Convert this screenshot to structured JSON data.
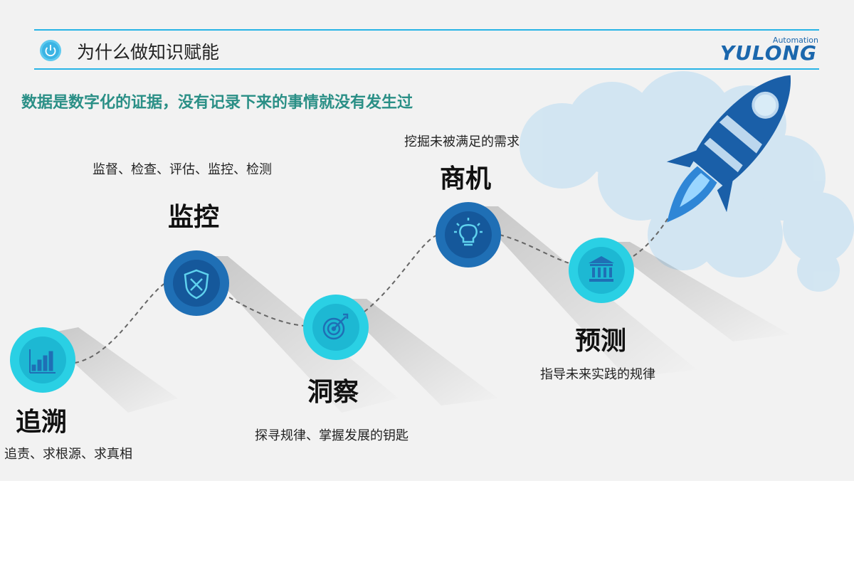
{
  "header": {
    "title": "为什么做知识赋能",
    "logo": {
      "brand": "YULONG",
      "tagline": "Automation"
    }
  },
  "subtitle": "数据是数字化的证据，没有记录下来的事情就没有发生过",
  "stages": [
    {
      "title": "追溯",
      "desc": "追责、求根源、求真相",
      "icon": "bar-chart-icon",
      "color": "#2ad0e4"
    },
    {
      "title": "监控",
      "desc": "监督、检查、评估、监控、检测",
      "icon": "shield-icon",
      "color": "#1f6fb5"
    },
    {
      "title": "洞察",
      "desc": "探寻规律、掌握发展的钥匙",
      "icon": "target-icon",
      "color": "#2ad0e4"
    },
    {
      "title": "商机",
      "desc": "挖掘未被满足的需求",
      "icon": "lightbulb-icon",
      "color": "#1f6fb5"
    },
    {
      "title": "预测",
      "desc": "指导未来实践的规律",
      "icon": "bank-icon",
      "color": "#2ad0e4"
    }
  ],
  "colors": {
    "accent_line": "#28b4e6",
    "subtitle": "#2a8f86",
    "dark_blue": "#1f6fb5",
    "cyan": "#2ad0e4"
  }
}
